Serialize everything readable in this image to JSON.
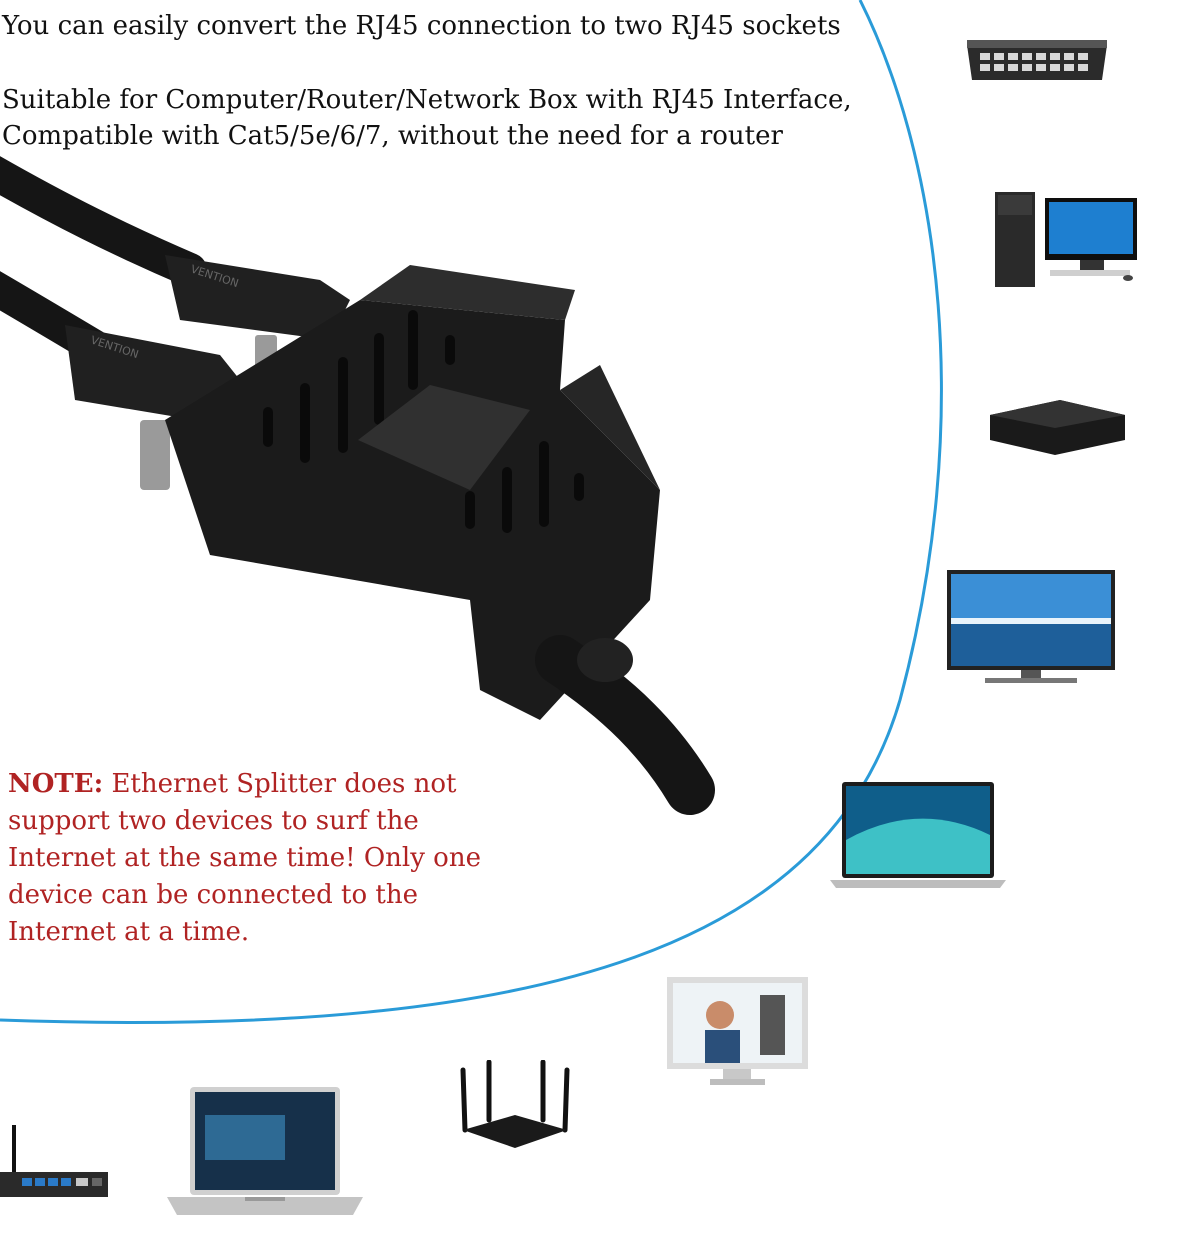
{
  "intro": {
    "line1": "You can easily convert the RJ45 connection to two RJ45 sockets",
    "line2": "Suitable for Computer/Router/Network Box with RJ45 Interface,",
    "line3": "Compatible with Cat5/5e/6/7, without the need for a router"
  },
  "note": {
    "label": "NOTE:",
    "text": " Ethernet Splitter does not support two devices to surf the Internet at the same time! Only one device can be connected to the Internet at a time."
  },
  "product": {
    "brand": "VENTION",
    "colors": {
      "body": "#1a1a1a",
      "accent_arc": "#2a9bd8",
      "note_red": "#b02323"
    }
  },
  "devices": [
    {
      "name": "network-switch"
    },
    {
      "name": "desktop-computer"
    },
    {
      "name": "tv-box"
    },
    {
      "name": "television"
    },
    {
      "name": "laptop"
    },
    {
      "name": "monitor"
    },
    {
      "name": "wifi-router"
    },
    {
      "name": "laptop-silver"
    },
    {
      "name": "adsl-router"
    }
  ]
}
